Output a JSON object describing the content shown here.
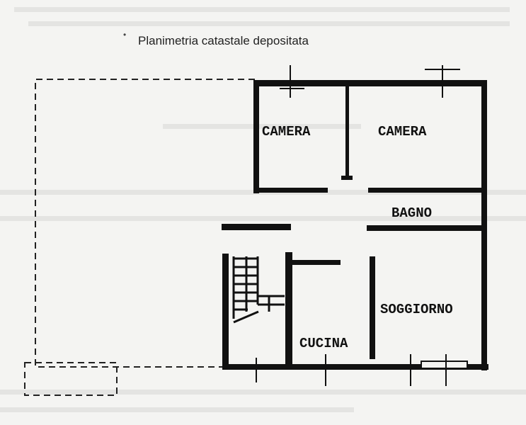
{
  "document": {
    "title": "Planimetria catastale depositata",
    "bullet": "•"
  },
  "floor_plan": {
    "rooms": [
      {
        "name": "camera_1",
        "label": "CAMERA"
      },
      {
        "name": "camera_2",
        "label": "CAMERA"
      },
      {
        "name": "bagno",
        "label": "BAGNO"
      },
      {
        "name": "soggiorno",
        "label": "SOGGIORNO"
      },
      {
        "name": "cucina",
        "label": "CUCINA"
      }
    ],
    "colors": {
      "wall": "#111111",
      "paper": "#f4f4f2"
    }
  }
}
